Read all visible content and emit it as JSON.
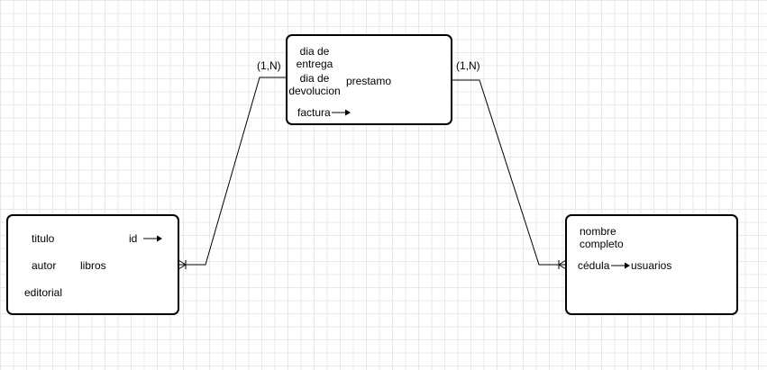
{
  "entities": {
    "prestamo": {
      "name": "prestamo",
      "attributes": [
        "dia de entrega",
        "dia de devolucion",
        "factura"
      ]
    },
    "libros": {
      "name": "libros",
      "attributes": [
        "titulo",
        "autor",
        "editorial",
        "id"
      ]
    },
    "usuarios": {
      "name": "usuarios",
      "attributes": [
        "nombre completo",
        "cédula"
      ]
    }
  },
  "relationships": [
    {
      "from": "prestamo",
      "to": "libros",
      "cardinality": "(1,N)"
    },
    {
      "from": "prestamo",
      "to": "usuarios",
      "cardinality": "(1,N)"
    }
  ]
}
